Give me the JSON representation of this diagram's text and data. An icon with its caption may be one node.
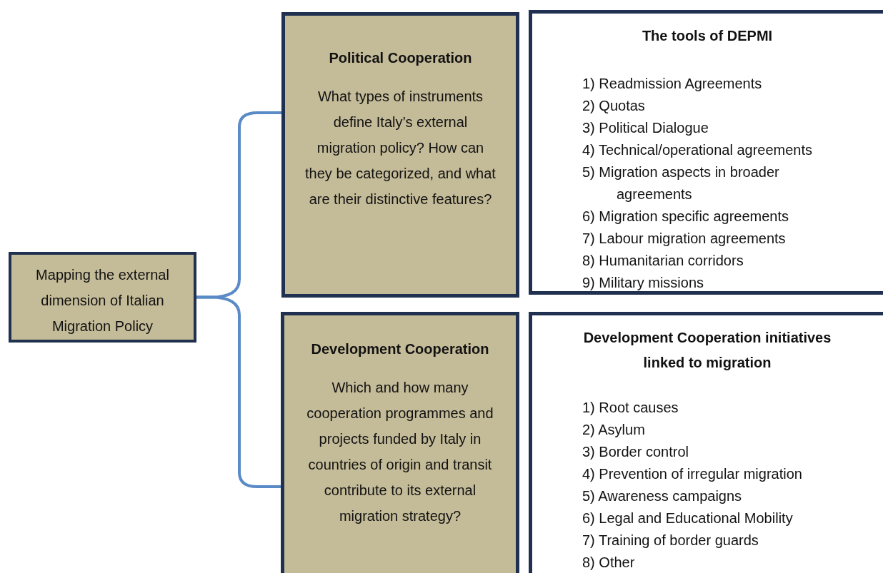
{
  "diagram": {
    "nodes": [
      {
        "text": [
          "Mapping the external dimension of Italian Migration Policy"
        ]
      },
      {
        "text": [
          "Political Cooperation",
          "What types of instruments define Italy’s external migration policy? How can they be categorized, and what are their distinctive features?"
        ]
      },
      {
        "text": [
          "The tools of DEPMI",
          "1) Readmission Agreements",
          "2) Quotas",
          "3) Political Dialogue",
          "4) Technical/operational agreements",
          "5) Migration aspects in broader agreements",
          "6) Migration specific agreements",
          "7) Labour migration agreements",
          "8) Humanitarian corridors",
          "9) Military missions"
        ]
      },
      {
        "text": [
          "Development Cooperation",
          "Which and how many cooperation programmes and projects funded by Italy in countries of origin and transit contribute to its external migration strategy?"
        ]
      },
      {
        "text": [
          "Development Cooperation initiatives linked to migration",
          "1) Root causes",
          "2) Asylum",
          "3) Border control",
          "4) Prevention of irregular migration",
          "5) Awareness campaigns",
          "6) Legal and Educational Mobility",
          "7) Training of border guards",
          "8) Other"
        ]
      }
    ],
    "edges": [
      {
        "from": 0,
        "to": 1,
        "arrow": "none"
      },
      {
        "from": 0,
        "to": 3,
        "arrow": "none"
      }
    ]
  }
}
